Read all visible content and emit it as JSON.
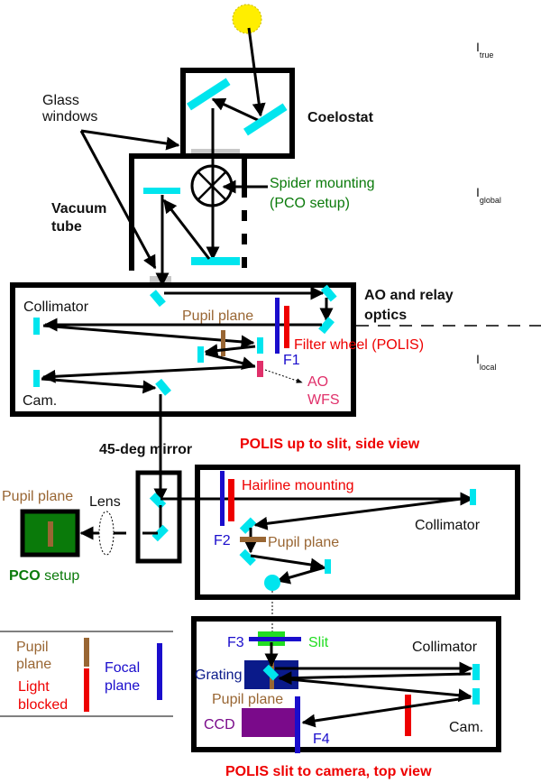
{
  "colors": {
    "mirror": "#00e5ee",
    "pupil": "#996633",
    "focal": "#1a0dcc",
    "blocked": "#ee0000",
    "green_text": "#0a7a0a",
    "slit_green": "#22dd22",
    "wfs": "#e0306a",
    "grating": "#0a1a8a",
    "ccd": "#7a0a8a",
    "pco_box": "#0a7a0a",
    "sun": "#ffee00",
    "glass": "#c8c8c8"
  },
  "labels": {
    "glass_windows_1": "Glass",
    "glass_windows_2": "windows",
    "coelostat": "Coelostat",
    "spider_1": "Spider mounting",
    "spider_2": "(PCO setup)",
    "vacuum_1": "Vacuum",
    "vacuum_2": "tube",
    "ao_relay_1": "AO and relay",
    "ao_relay_2": "optics",
    "collimator_top": "Collimator",
    "pupil_plane_ao": "Pupil plane",
    "filter_wheel": "Filter wheel (POLIS)",
    "f1": "F1",
    "ao_wfs_1": "AO",
    "ao_wfs_2": "WFS",
    "cam_top": "Cam.",
    "mirror_45": "45-deg mirror",
    "polis_side_title": "POLIS up to slit, side view",
    "hairline": "Hairline mounting",
    "collimator_mid": "Collimator",
    "f2": "F2",
    "pupil_plane_mid": "Pupil plane",
    "pupil_plane_pco": "Pupil plane",
    "lens": "Lens",
    "pco_bold": "PCO",
    "pco_rest": " setup",
    "f3": "F3",
    "slit": "Slit",
    "collimator_bot": "Collimator",
    "grating": "Grating",
    "pupil_plane_bot": "Pupil plane",
    "ccd": "CCD",
    "cam_bot": "Cam.",
    "f4": "F4",
    "polis_top_title": "POLIS slit to camera, top view"
  },
  "intensity": {
    "true_main": "I",
    "true_sub": "true",
    "global_main": "I",
    "global_sub": "global",
    "local_main": "I",
    "local_sub": "local"
  },
  "legend": {
    "pupil_1": "Pupil",
    "pupil_2": "plane",
    "blocked_1": "Light",
    "blocked_2": "blocked",
    "focal_1": "Focal",
    "focal_2": "plane"
  }
}
